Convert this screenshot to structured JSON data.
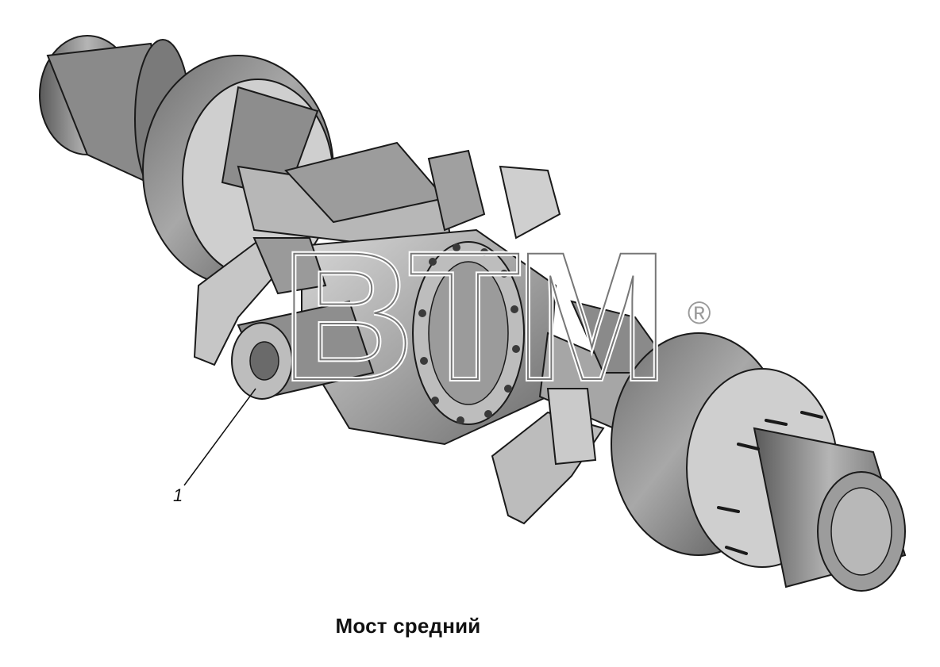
{
  "watermark": {
    "text": "BTM",
    "registered_mark": "®"
  },
  "callouts": [
    {
      "label": "1"
    }
  ],
  "caption": "Мост средний",
  "colors": {
    "body_light": "#c9c9c9",
    "body_mid": "#9a9a9a",
    "body_dark": "#5c5c5c",
    "line": "#1a1a1a"
  }
}
